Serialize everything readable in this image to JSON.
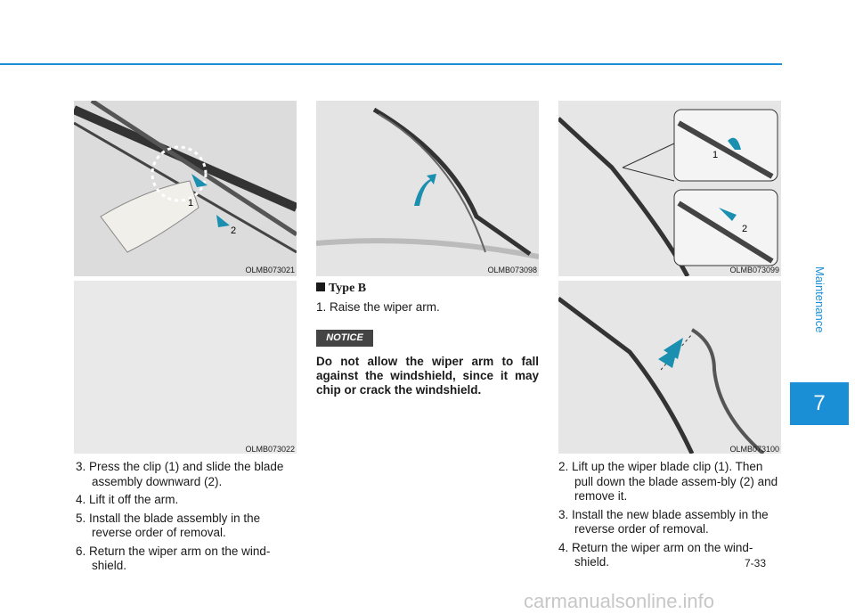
{
  "side": {
    "section": "Maintenance",
    "chapter": "7"
  },
  "images": {
    "img1": {
      "code": "OLMB073021",
      "callout_1": "1",
      "callout_2": "2"
    },
    "img2": {
      "code": "OLMB073022"
    },
    "img3": {
      "code": "OLMB073098"
    },
    "img4": {
      "code": "OLMB073099",
      "callout_1": "1",
      "callout_2": "2"
    },
    "img5": {
      "code": "OLMB073100"
    }
  },
  "left_steps": [
    "3. Press the clip (1) and slide the blade assembly downward (2).",
    "4. Lift it off the arm.",
    "5. Install the blade assembly in the reverse order of removal.",
    "6. Return the wiper arm on the wind-shield."
  ],
  "type_b": {
    "title": "Type B",
    "step1": "1. Raise the wiper arm.",
    "notice_label": "NOTICE",
    "notice_text": "Do not allow the wiper arm to fall against the windshield, since it may chip or crack the windshield."
  },
  "right_steps": [
    "2. Lift up the wiper blade clip (1). Then pull down the blade assem-bly (2) and remove it.",
    "3. Install the new blade assembly in the reverse order of removal.",
    "4. Return the wiper arm on the wind-shield."
  ],
  "page_number": "7-33",
  "watermark": "carmanualsonline.info",
  "colors": {
    "accent": "#1b8fd6",
    "arrow": "#1a8fb0"
  }
}
